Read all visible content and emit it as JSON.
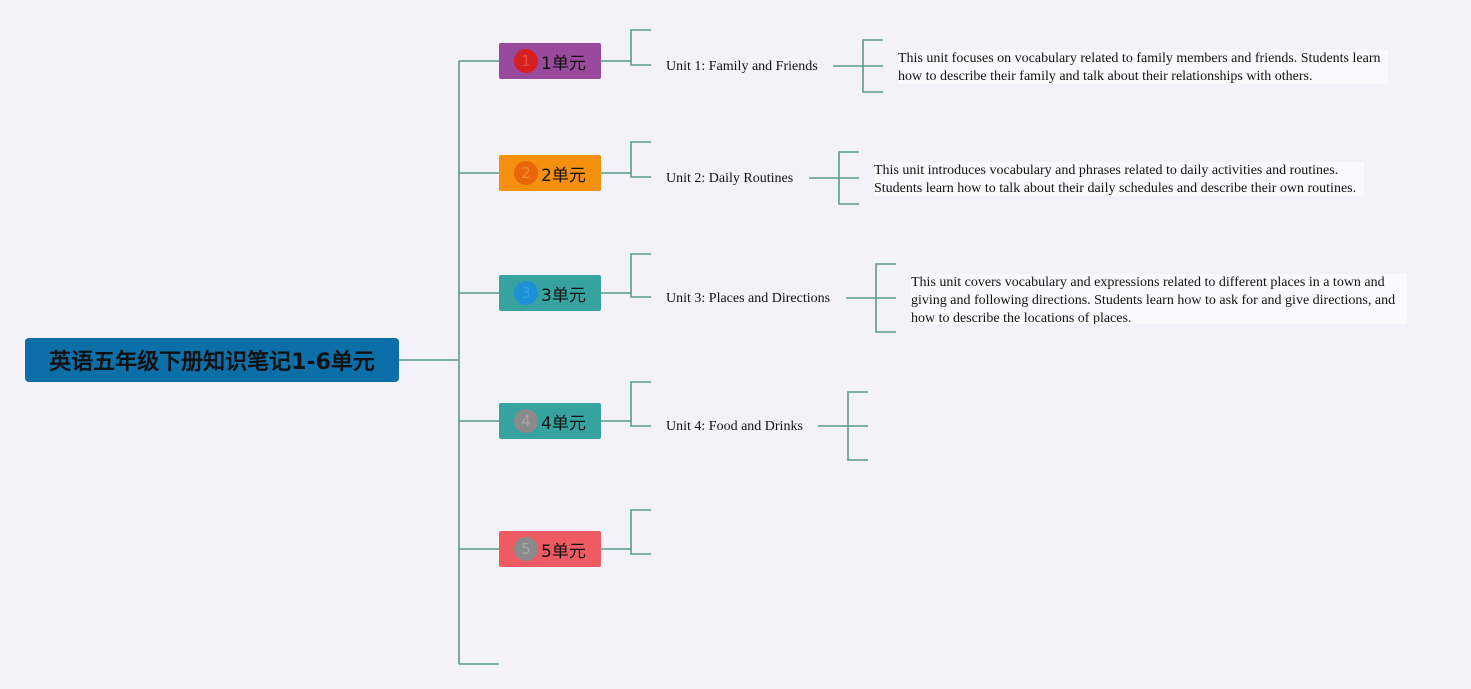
{
  "root": {
    "title": "英语五年级下册知识笔记1-6单元"
  },
  "units": [
    {
      "label": "1单元",
      "badge": "1",
      "color": "#9a4a9c",
      "badge_color": "#d61f1f",
      "badge_text_color": "#e34a4a",
      "topic": "Unit 1: Family and Friends",
      "description": "This unit focuses on vocabulary related to family members and friends. Students learn how to describe their family and talk about their relationships with others."
    },
    {
      "label": "2单元",
      "badge": "2",
      "color": "#f5900f",
      "badge_color": "#e8650a",
      "badge_text_color": "#f48a2e",
      "topic": "Unit 2: Daily Routines",
      "description": "This unit introduces vocabulary and phrases related to daily activities and routines. Students learn how to talk about their daily schedules and describe their own routines."
    },
    {
      "label": "3单元",
      "badge": "3",
      "color": "#36a3a0",
      "badge_color": "#1e90d8",
      "badge_text_color": "#2aa8e8",
      "topic": "Unit 3: Places and Directions",
      "description": "This unit covers vocabulary and expressions related to different places in a town and giving and following directions. Students learn how to ask for and give directions, and how to describe the locations of places."
    },
    {
      "label": "4单元",
      "badge": "4",
      "color": "#36a3a0",
      "badge_color": "#8a8a8a",
      "badge_text_color": "#a5a5a5",
      "topic": "Unit 4: Food and Drinks",
      "description": ""
    },
    {
      "label": "5单元",
      "badge": "5",
      "color": "#ef5b62",
      "badge_color": "#8a8a8a",
      "badge_text_color": "#a5a5a5",
      "topic": "",
      "description": ""
    }
  ],
  "colors": {
    "background": "#f3f2f8",
    "connector": "#5a9a8a",
    "root": "#0d6fa8"
  }
}
